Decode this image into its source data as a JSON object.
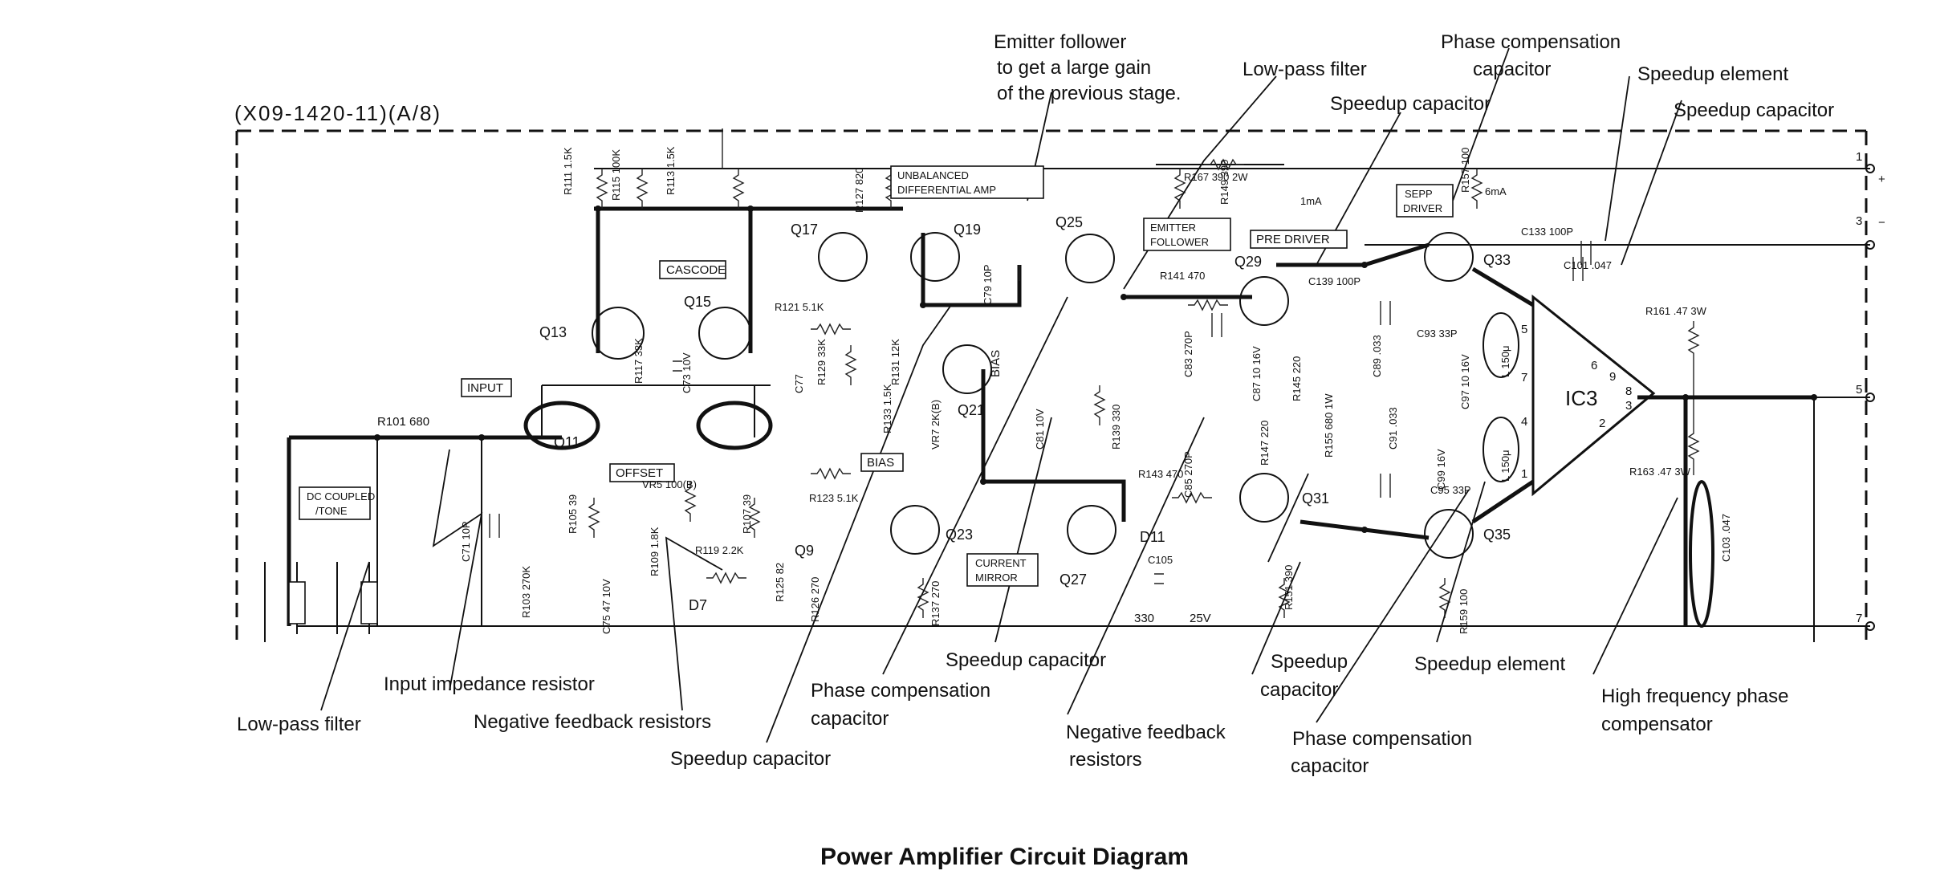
{
  "board_id": "(X09-1420-11)(A/8)",
  "caption": "Power Amplifier Circuit Diagram",
  "annotations": {
    "emitter_follower": [
      "Emitter follower",
      "to get a large gain",
      "of the previous stage."
    ],
    "low_pass_top": "Low-pass filter",
    "phase_comp_top": [
      "Phase compensation",
      "capacitor"
    ],
    "speedup_cap_top": "Speedup capacitor",
    "speedup_element_top": "Speedup  element",
    "speedup_cap_top2": "Speedup capacitor",
    "input_impedance": "Input impedance resistor",
    "low_pass_bottom": "Low-pass filter",
    "neg_feedback_left": "Negative feedback resistors",
    "speedup_cap_bottom_left": "Speedup capacitor",
    "phase_comp_bottom": [
      "Phase compensation",
      "capacitor"
    ],
    "speedup_cap_mid": "Speedup capacitor",
    "neg_feedback_right": [
      "Negative feedback",
      "resistors"
    ],
    "speedup_cap_right": [
      "Speedup",
      "capacitor"
    ],
    "phase_comp_right": [
      "Phase compensation",
      "capacitor"
    ],
    "speedup_element_bottom": "Speedup element",
    "hf_phase": [
      "High frequency phase",
      "compensator"
    ]
  },
  "block_labels": {
    "input": "INPUT",
    "dc_coupled": [
      "DC COUPLED",
      "/TONE"
    ],
    "cascode": "CASCODE",
    "offset": "OFFSET",
    "unbalanced": [
      "UNBALANCED",
      "DIFFERENTIAL AMP"
    ],
    "bias": "BIAS",
    "bias2": "BIAS",
    "current_mirror": [
      "CURRENT",
      "MIRROR"
    ],
    "emitter_follower": [
      "EMITTER",
      "FOLLOWER"
    ],
    "pre_driver": "PRE DRIVER",
    "sepp_driver": [
      "SEPP",
      "DRIVER"
    ],
    "ic": "IC3"
  },
  "transistors": [
    "Q11",
    "Q13",
    "Q15",
    "Q17",
    "Q19",
    "Q21",
    "Q23",
    "Q25",
    "Q27",
    "Q29",
    "Q31",
    "Q33",
    "Q35",
    "Q9",
    "D7",
    "D11"
  ],
  "components": {
    "r101": "R101 680",
    "r103": "R103 270K",
    "r105": "R105 39",
    "r107": "R107 39",
    "r109": "R109 1.8K",
    "r111": "R111 1.5K",
    "r113": "R113 1.5K",
    "r115": "R115 100K",
    "r117": "R117 33K",
    "r119": "R119 2.2K",
    "r121": "R121 5.1K",
    "r123": "R123 5.1K",
    "r125": "R125 82",
    "r126": "R126 270",
    "r127": "R127 820",
    "r129": "R129 33K",
    "r131": "R131 12K",
    "r133": "R133 1.5K",
    "r137": "R137 270",
    "r139": "R139 330",
    "r141": "R141 470",
    "r143": "R143 470",
    "r145": "R145 220",
    "r147": "R147 220",
    "r149": "R149 390",
    "r151": "R151 390",
    "r155": "R155 680 1W",
    "r157": "R157 100",
    "r159": "R159 100",
    "r161": "R161 .47 3W",
    "r163": "R163 .47 3W",
    "r167": "R167 390 2W",
    "vr5": "VR5 100(B)",
    "vr7": "VR7 2K(B)",
    "c71": "C71 10P",
    "c73": "C73 10V",
    "c75": "C75 47 10V",
    "c77": "C77",
    "c79": "C79 10P",
    "c81": "C81 10V",
    "c83": "C83 270P",
    "c85": "C85 270P",
    "c87": "C87 10 16V",
    "c89": "C89 .033",
    "c91": "C91 .033",
    "c93": "C93 33P",
    "c95": "C95 33P",
    "c97": "C97 10 16V",
    "c99": "C99 16V",
    "c101": "C101 .047",
    "c103": "C103 .047",
    "c105": "C105",
    "c133": "C133 100P",
    "c139": "C139 100P",
    "l1": "L 150μ",
    "l2": "L 150μ",
    "v330": "330",
    "v25": "25V",
    "ma1": "1mA",
    "ma6": "6mA"
  },
  "pins": [
    "1",
    "3",
    "5",
    "7"
  ],
  "pin_signs": [
    "+",
    "−"
  ],
  "ic_pins": [
    "5",
    "7",
    "4",
    "1",
    "6",
    "9",
    "8",
    "3",
    "2"
  ]
}
